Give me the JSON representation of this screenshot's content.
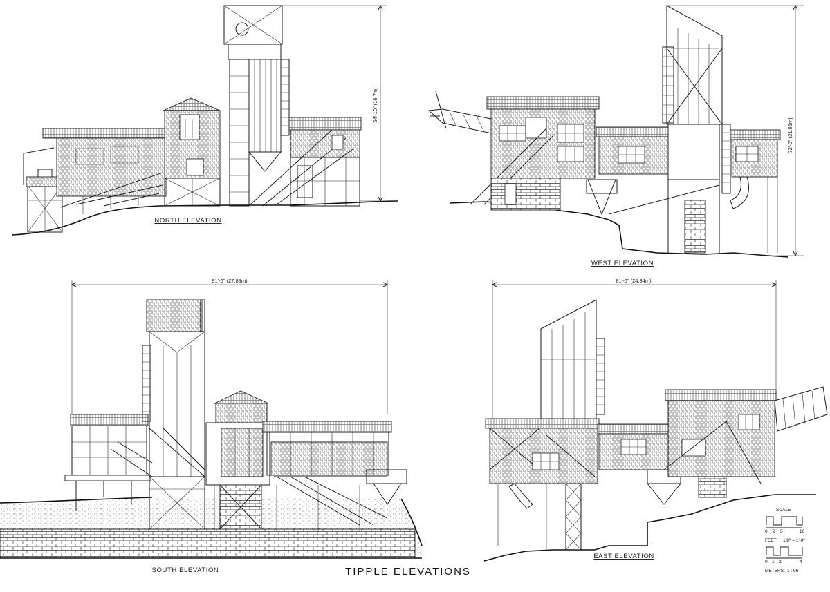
{
  "drawing": {
    "title": "TIPPLE ELEVATIONS",
    "elevations": {
      "north": {
        "label": "NORTH ELEVATION",
        "height_dimension": "54'-10\" (16.7m)"
      },
      "west": {
        "label": "WEST ELEVATION",
        "height_dimension": "72'-0\" (21.95m)"
      },
      "south": {
        "label": "SOUTH ELEVATION",
        "width_dimension": "91'-6\" (27.89m)"
      },
      "east": {
        "label": "EAST ELEVATION",
        "width_dimension": "81'-6\" (24.84m)"
      }
    },
    "scale": {
      "heading": "SCALE",
      "feet_label": "FEET",
      "feet_ratio": "1/8\" = 1'-0\"",
      "feet_ticks": [
        "0",
        "2",
        "5",
        "10"
      ],
      "meters_label": "METERS",
      "meters_ratio": "1 : 96",
      "meters_ticks": [
        "0",
        "1",
        "2",
        "4"
      ]
    }
  },
  "colors": {
    "ink": "#1b1b1b",
    "paper": "#ffffff"
  }
}
